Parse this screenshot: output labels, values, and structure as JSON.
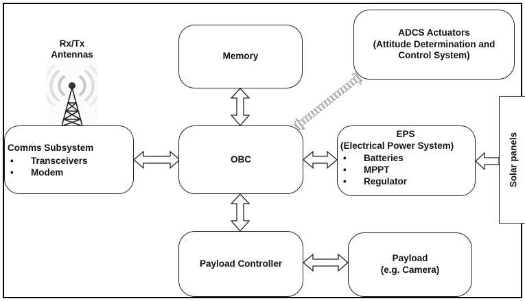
{
  "diagram": {
    "antenna_label_1": "Rx/Tx",
    "antenna_label_2": "Antennas",
    "memory": "Memory",
    "adcs_title": "ADCS Actuators",
    "adcs_line2": "(Attitude Determination and",
    "adcs_line3": "Control System)",
    "comms_title": "Comms Subsystem",
    "comms_items": [
      "Transceivers",
      "Modem"
    ],
    "obc": "OBC",
    "eps_title": "EPS",
    "eps_subtitle": "(Electrical Power System)",
    "eps_items": [
      "Batteries",
      "MPPT",
      "Regulator"
    ],
    "solar": "Solar panels",
    "payload_controller": "Payload Controller",
    "payload_title": "Payload",
    "payload_subtitle": "(e.g. Camera)"
  },
  "colors": {
    "stroke": "#222222",
    "arrow_fill": "#ffffff",
    "dashed_arrow": "#9a9a9a"
  },
  "icons": [
    "antenna-tower-icon"
  ]
}
